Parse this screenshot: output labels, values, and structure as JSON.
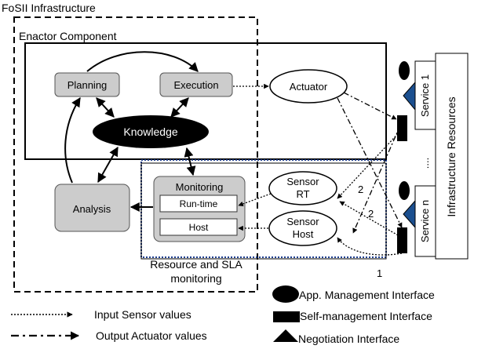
{
  "labels": {
    "infrastructure_title": "FoSII Infrastructure",
    "enactor_title": "Enactor Component",
    "planning": "Planning",
    "execution": "Execution",
    "knowledge": "Knowledge",
    "analysis": "Analysis",
    "monitoring": "Monitoring",
    "runtime": "Run-time",
    "host": "Host",
    "actuator": "Actuator",
    "sensor_rt_line1": "Sensor",
    "sensor_rt_line2": "RT",
    "sensor_host_line1": "Sensor",
    "sensor_host_line2": "Host",
    "resource_sla_line1": "Resource and SLA",
    "resource_sla_line2": "monitoring",
    "service1": "Service 1",
    "service_n": "Service n",
    "dots": "....",
    "infra_resources": "Infrastructure Resources",
    "num_2a": "2",
    "num_2b": "2",
    "num_1": "1"
  },
  "legend": {
    "input_sensor": "Input Sensor values",
    "output_actuator": "Output Actuator values",
    "app_mgmt": "App. Management Interface",
    "self_mgmt": "Self-management Interface",
    "negotiation": "Negotiation Interface"
  },
  "colors": {
    "box_fill": "#cccccc",
    "knowledge_fill": "#000000",
    "dotted_blue": "#1f3f8f",
    "stroke": "#000000"
  }
}
